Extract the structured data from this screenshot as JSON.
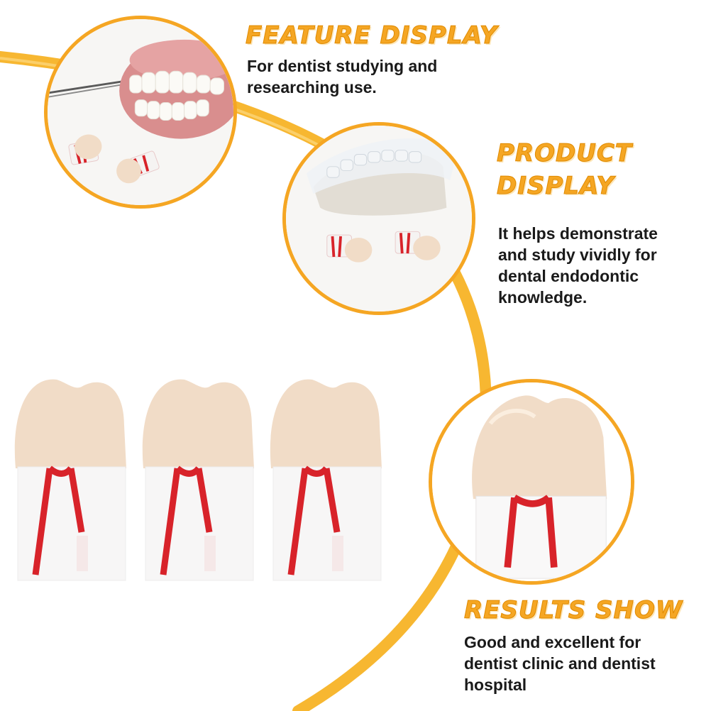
{
  "sections": {
    "feature": {
      "title": "FEATURE DISPLAY",
      "text": "For dentist studying and researching use."
    },
    "product": {
      "title_line1": "PRODUCT",
      "title_line2": "DISPLAY",
      "text": "It helps demonstrate and study vividly for dental endodontic knowledge."
    },
    "results": {
      "title": "RESULTS SHOW",
      "text": "Good and excellent for dentist clinic and dentist hospital"
    }
  },
  "colors": {
    "accent": "#f5a623",
    "pulp": "#d8232a",
    "crown": "#f1dcc7"
  },
  "images": [
    "denture-with-probe-and-tooth-models",
    "clear-aligner-on-cast-with-tooth-models",
    "endodontic-tooth-model-closeup",
    "three-endodontic-tooth-models"
  ]
}
